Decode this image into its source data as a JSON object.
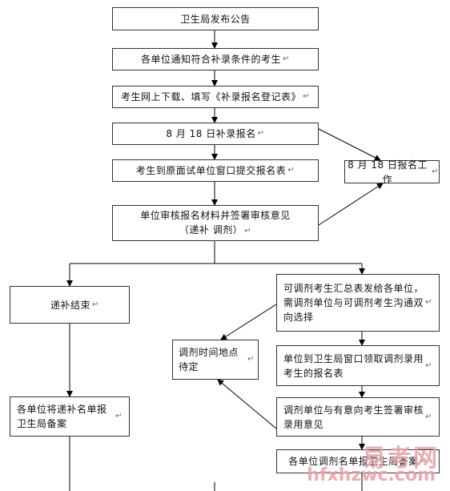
{
  "nodes": {
    "announce": "卫生局发布公告",
    "notify": "各单位通知符合补录条件的考生",
    "download": "考生网上下载、填写《补录报名登记表》",
    "register": "8 月 18 日补录报名",
    "submit": "考生到原面试单位窗口提交报名表",
    "work": "8 月 18 日报名工作",
    "review_line1": "单位审核报名材料并签署审核意见",
    "review_line2": "（递补 调剂）",
    "fill_end": "递补结束",
    "summary": "可调剂考生汇总表发给各单位，需调剂单位与可调剂考生沟通双向选择",
    "wait": "调剂时间地点待定",
    "collect": "单位到卫生局窗口领取调剂录用考生的报名表",
    "sign": "调剂单位与有意向考生签署审核录用意见",
    "fill_report": "各单位将递补名单报卫生局备案",
    "adjust_report": "各单位调剂名单报卫生局备案"
  },
  "paragraph_mark": "↵",
  "watermark": {
    "big": "易考网",
    "small": "hfxhzwc.com"
  }
}
